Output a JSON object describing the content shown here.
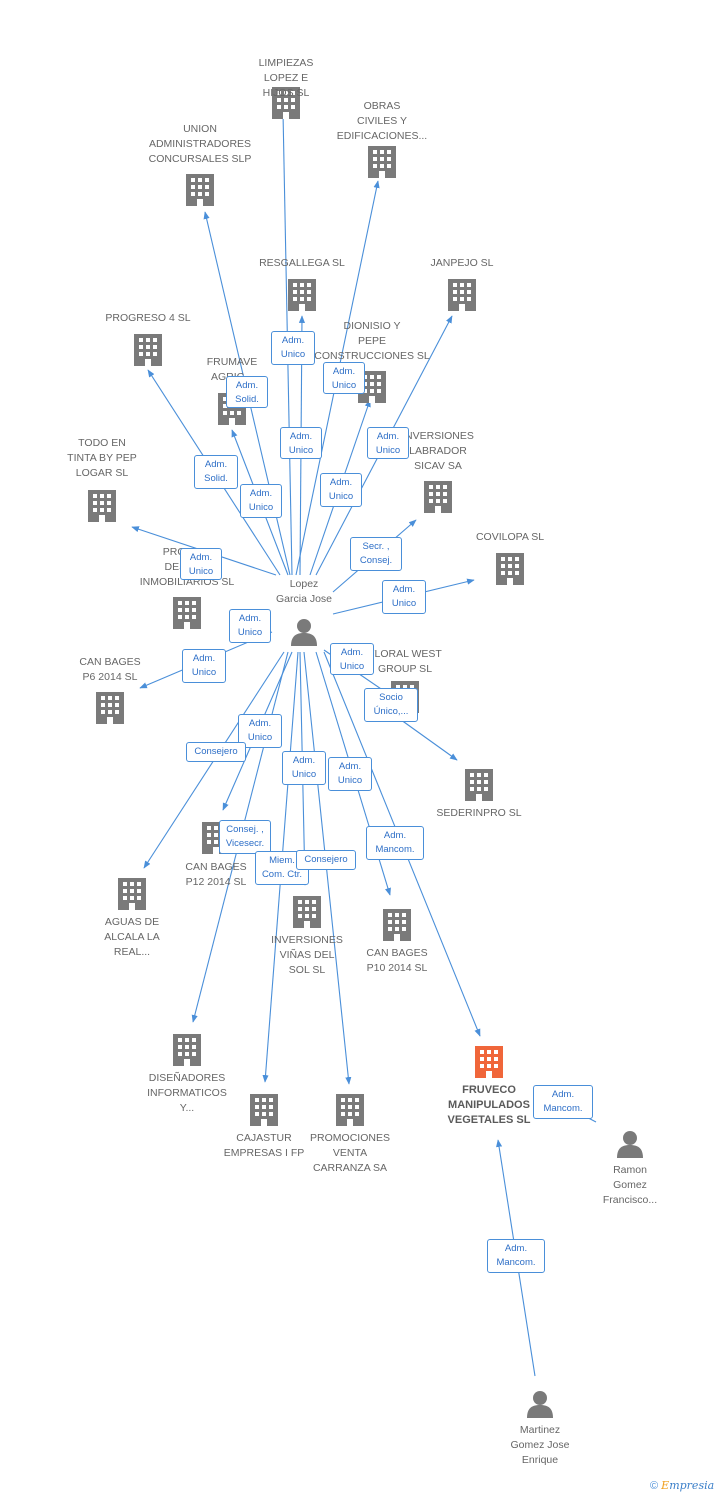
{
  "colors": {
    "edge": "#4a8fd9",
    "node": "#7a7a7a",
    "focus_node": "#f0663a",
    "box_border": "#4a8fd9",
    "box_text": "#2e6fc7",
    "label": "#666666"
  },
  "nodes": [
    {
      "id": "limpiezas",
      "type": "company",
      "label": "LIMPIEZAS\nLOPEZ E\nHIJOS SL"
    },
    {
      "id": "obras",
      "type": "company",
      "label": "OBRAS\nCIVILES Y\nEDIFICACIONES..."
    },
    {
      "id": "union",
      "type": "company",
      "label": "UNION\nADMINISTRADORES\nCONCURSALES SLP"
    },
    {
      "id": "resgallega",
      "type": "company",
      "label": "RESGALLEGA SL"
    },
    {
      "id": "janpejo",
      "type": "company",
      "label": "JANPEJO SL"
    },
    {
      "id": "progreso",
      "type": "company",
      "label": "PROGRESO 4 SL"
    },
    {
      "id": "dionisio",
      "type": "company",
      "label": "DIONISIO Y\nPEPE\nCONSTRUCCIONES SL"
    },
    {
      "id": "frumave",
      "type": "company",
      "label": "FRUMAVE\nAGRIC..."
    },
    {
      "id": "inversiones_labrador",
      "type": "company",
      "label": "INVERSIONES\nLABRADOR\nSICAV SA"
    },
    {
      "id": "todo",
      "type": "company",
      "label": "TODO EN\nTINTA BY PEP\nLOGAR SL"
    },
    {
      "id": "covilopa",
      "type": "company",
      "label": "COVILOPA SL"
    },
    {
      "id": "promo_desarrollos",
      "type": "company",
      "label": "PROMO...\nDESAR...\nINMOBILIARIOS SL"
    },
    {
      "id": "floral",
      "type": "company",
      "label": "FLORAL WEST\nGROUP SL"
    },
    {
      "id": "canbages6",
      "type": "company",
      "label": "CAN BAGES\nP6 2014  SL"
    },
    {
      "id": "sederinpro",
      "type": "company",
      "label": "SEDERINPRO  SL"
    },
    {
      "id": "canbages12",
      "type": "company",
      "label": "CAN BAGES\nP12 2014  SL"
    },
    {
      "id": "aguas",
      "type": "company",
      "label": "AGUAS DE\nALCALA LA\nREAL..."
    },
    {
      "id": "invvinas",
      "type": "company",
      "label": "INVERSIONES\nVIÑAS DEL\nSOL SL"
    },
    {
      "id": "canbages10",
      "type": "company",
      "label": "CAN BAGES\nP10 2014  SL"
    },
    {
      "id": "fruveco",
      "type": "focus",
      "label": "FRUVECO\nMANIPULADOS\nVEGETALES SL"
    },
    {
      "id": "disenadores",
      "type": "company",
      "label": "DISEÑADORES\nINFORMATICOS\nY..."
    },
    {
      "id": "cajastur",
      "type": "company",
      "label": "CAJASTUR\nEMPRESAS I FP"
    },
    {
      "id": "promoventa",
      "type": "company",
      "label": "PROMOCIONES\nVENTA\nCARRANZA SA"
    },
    {
      "id": "lopez",
      "type": "person",
      "label": "Lopez\nGarcia Jose"
    },
    {
      "id": "ramon",
      "type": "person",
      "label": "Ramon\nGomez\nFrancisco..."
    },
    {
      "id": "martinez",
      "type": "person",
      "label": "Martinez\nGomez Jose\nEnrique"
    }
  ],
  "relations": [
    "Adm.\nUnico",
    "Adm.\nSolid.",
    "Adm.\nUnico",
    "Adm.\nUnico",
    "Adm.\nSolid.",
    "Adm.\nUnico",
    "Adm.\nUnico",
    "Adm.\nUnico",
    "Adm.\nUnico",
    "Secr. ,\nConsej.",
    "Adm.\nUnico",
    "Adm.\nUnico",
    "Adm.\nUnico",
    "Adm.\nUnico",
    "Socio\nÚnico,...",
    "Adm.\nUnico",
    "Consejero",
    "Adm.\nUnico",
    "Adm.\nUnico",
    "Consej. ,\nVicesecr.",
    "Miem.\nCom. Ctr.",
    "Consejero",
    "Adm.\nMancom.",
    "Adm.\nMancom.",
    "Adm.\nMancom."
  ],
  "credit": {
    "symbol": "©",
    "brand_first": "E",
    "brand_rest": "mpresia"
  }
}
